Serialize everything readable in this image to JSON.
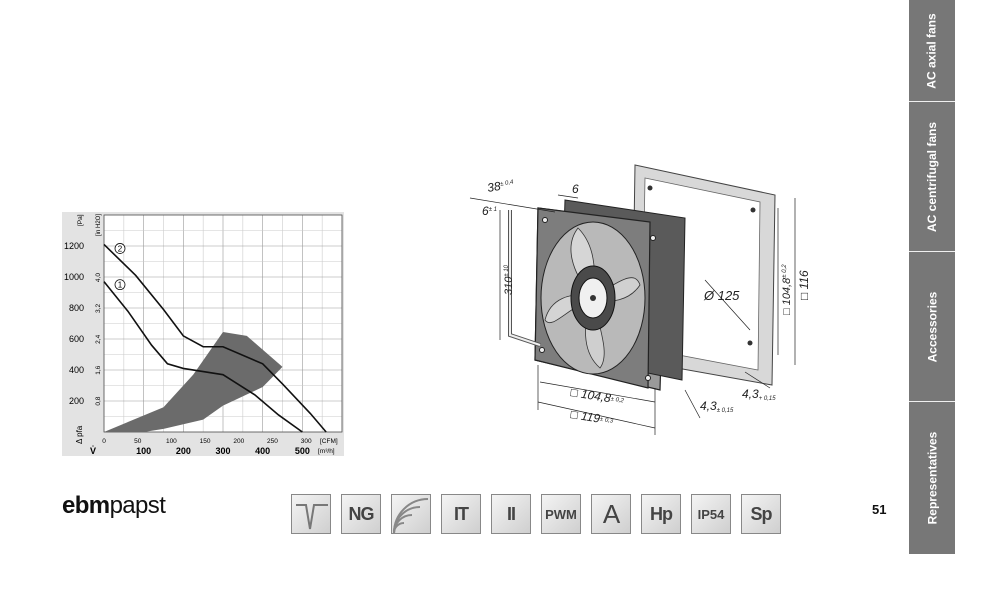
{
  "chart_data": {
    "type": "line",
    "y_unit_left": "[Pa]",
    "y_unit_right": "[in H2O]",
    "y_axis_symbol": "Δ pfa",
    "x_axis_symbol": "V̇",
    "y_ticks_pa": [
      200,
      400,
      600,
      800,
      1000,
      1200
    ],
    "y_ticks_inh2o": [
      "0,8",
      "1,6",
      "2,4",
      "3,2",
      "4,0"
    ],
    "x_ticks_cfm": [
      0,
      50,
      100,
      150,
      200,
      250,
      300
    ],
    "x_unit_cfm": "[CFM]",
    "x_ticks_m3h": [
      100,
      200,
      300,
      400,
      500
    ],
    "x_unit_m3h": "[m³/h]",
    "xlim": [
      0,
      600
    ],
    "ylim": [
      0,
      1400
    ],
    "series": [
      {
        "name": "2",
        "x": [
          0,
          80,
          150,
          200,
          250,
          300,
          400,
          450,
          520,
          560
        ],
        "y": [
          1210,
          1010,
          790,
          620,
          550,
          550,
          440,
          310,
          120,
          0
        ]
      },
      {
        "name": "1",
        "x": [
          0,
          60,
          120,
          160,
          200,
          300,
          380,
          440,
          500
        ],
        "y": [
          970,
          780,
          560,
          440,
          410,
          370,
          240,
          110,
          0
        ]
      }
    ],
    "operating_range": {
      "x": [
        0,
        150,
        225,
        300,
        360,
        450,
        400,
        300,
        250,
        150,
        100,
        0
      ],
      "y": [
        0,
        160,
        370,
        645,
        620,
        420,
        290,
        170,
        80,
        20,
        0,
        0
      ]
    },
    "grid": true
  },
  "drawing": {
    "dims": {
      "d1": "38",
      "d1_tol": "± 0,4",
      "d2": "6",
      "d3": "6",
      "d3_tol": "± 1",
      "d4": "310",
      "d4_tol": "± 10",
      "d5": "□ 104,8",
      "d5_tol": "± 0,2",
      "d6": "□ 119",
      "d6_tol": "± 0,3",
      "d7": "4,3",
      "d7_tol": "± 0,15",
      "d8": "4,3",
      "d8_tol": "+ 0,15",
      "d9": "Ø 125",
      "d10": "□ 104,8",
      "d10_tol": "± 0,2",
      "d11": "□ 116"
    }
  },
  "features": [
    {
      "id": "waveform",
      "label": ""
    },
    {
      "id": "ng",
      "label": "NG"
    },
    {
      "id": "sound",
      "label": ""
    },
    {
      "id": "it",
      "label": "IT"
    },
    {
      "id": "ii",
      "label": "II"
    },
    {
      "id": "pwm",
      "label": "PWM"
    },
    {
      "id": "a",
      "label": "A"
    },
    {
      "id": "hp",
      "label": "Hp"
    },
    {
      "id": "ip54",
      "label": "IP54"
    },
    {
      "id": "sp",
      "label": "Sp"
    }
  ],
  "logo": {
    "part1": "ebm",
    "part2": "papst"
  },
  "page_number": "51",
  "tabs": [
    "AC axial fans",
    "AC centrifugal fans",
    "Accessories",
    "Representatives"
  ]
}
